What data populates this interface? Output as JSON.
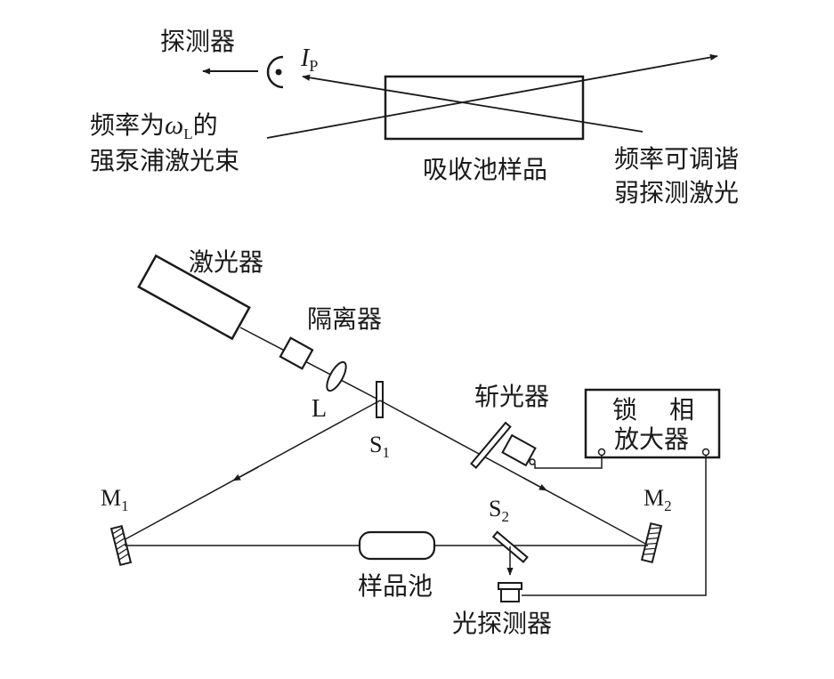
{
  "top": {
    "detector_label": "探测器",
    "probe_current_main": "I",
    "probe_current_sub": "P",
    "pump_line1_prefix": "频率为",
    "pump_omega": "ω",
    "pump_omega_sub": "L",
    "pump_line1_suffix": "的",
    "pump_line2": "强泵浦激光束",
    "cell_label": "吸收池样品",
    "probe_line1": "频率可调谐",
    "probe_line2": "弱探测激光"
  },
  "bottom": {
    "laser_label": "激光器",
    "isolator_label": "隔离器",
    "lens_label": "L",
    "s1_main": "S",
    "s1_sub": "1",
    "chopper_label": "斩光器",
    "lockin_line1_a": "锁",
    "lockin_line1_b": "相",
    "lockin_line2": "放大器",
    "m1_main": "M",
    "m1_sub": "1",
    "m2_main": "M",
    "m2_sub": "2",
    "s2_main": "S",
    "s2_sub": "2",
    "sample_cell_label": "样品池",
    "photodetector_label": "光探测器"
  }
}
